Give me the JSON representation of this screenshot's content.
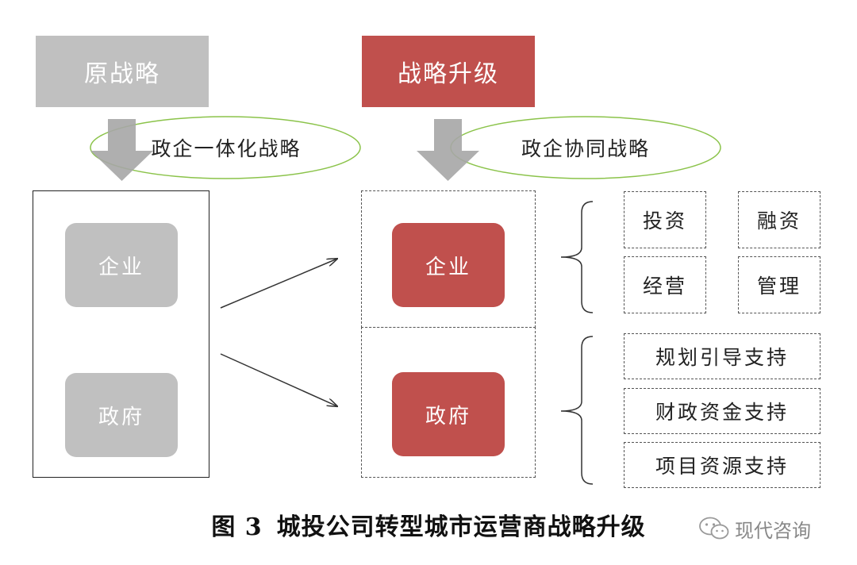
{
  "left": {
    "header": "原战略",
    "strategy": "政企一体化战略",
    "nodes": [
      "企业",
      "政府"
    ]
  },
  "right": {
    "header": "战略升级",
    "strategy": "政企协同战略",
    "nodes": [
      "企业",
      "政府"
    ],
    "enterprise_functions": [
      "投资",
      "融资",
      "经营",
      "管理"
    ],
    "government_support": [
      "规划引导支持",
      "财政资金支持",
      "项目资源支持"
    ]
  },
  "caption": {
    "figure_label": "图 3",
    "title": "城投公司转型城市运营商战略升级"
  },
  "watermark": {
    "text": "现代咨询",
    "icon": "wechat-icon"
  },
  "colors": {
    "grey": "#c0c0c0",
    "red": "#c0504d",
    "oval_outline": "#8bc34a"
  }
}
